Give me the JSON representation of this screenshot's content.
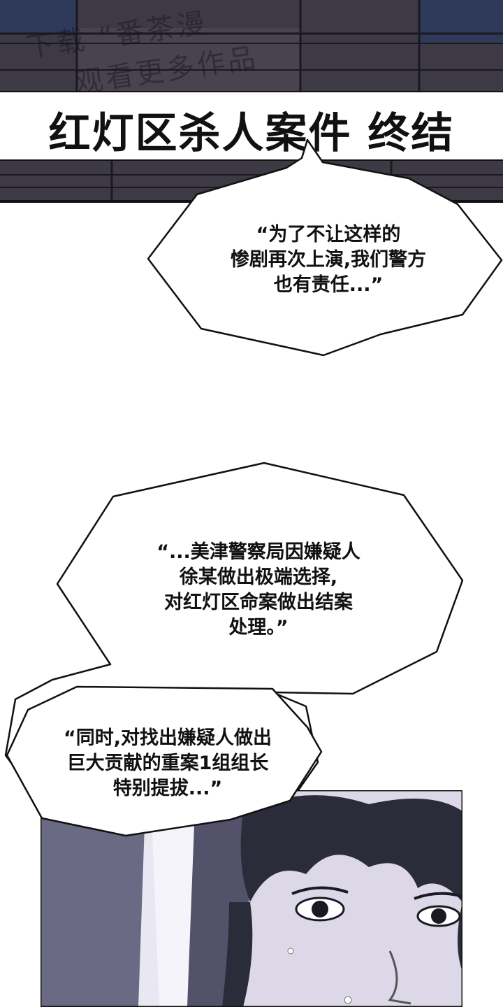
{
  "watermark": {
    "line1": "下载 “番茶漫",
    "line2": "观看更多作品"
  },
  "headline": "红灯区杀人案件 终结",
  "bubbles": [
    {
      "lines": [
        "“为了不让这样的",
        "惨剧再次上演,我们警方",
        "也有责任...”"
      ]
    },
    {
      "lines": [
        "“...美津警察局因嫌疑人",
        "徐某做出极端选择,",
        "对红灯区命案做出结案",
        "处理。”"
      ]
    },
    {
      "lines": [
        "“同时,对找出嫌疑人做出",
        "巨大贡献的重案1组组长",
        "特别提拔...”"
      ]
    }
  ],
  "colors": {
    "panel_dark": "#3a3641",
    "panel_navy": "#2f3a5a",
    "hair": "#2a2c3a",
    "skin": "#e6e2ee"
  }
}
